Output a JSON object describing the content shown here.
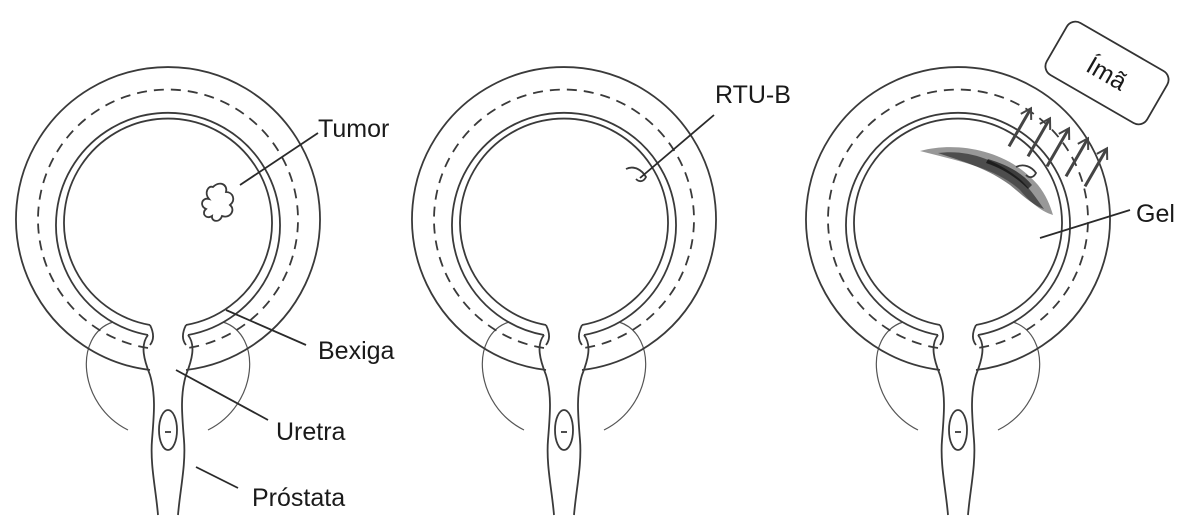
{
  "diagram": {
    "labels": {
      "tumor": "Tumor",
      "bexiga": "Bexiga",
      "uretra": "Uretra",
      "prostata": "Próstata",
      "rtu": "RTU-B",
      "gel": "Gel",
      "ima": "Ímã"
    },
    "panels": [
      "bladder-with-tumor",
      "bladder-after-resection",
      "bladder-with-magnetic-gel"
    ]
  }
}
